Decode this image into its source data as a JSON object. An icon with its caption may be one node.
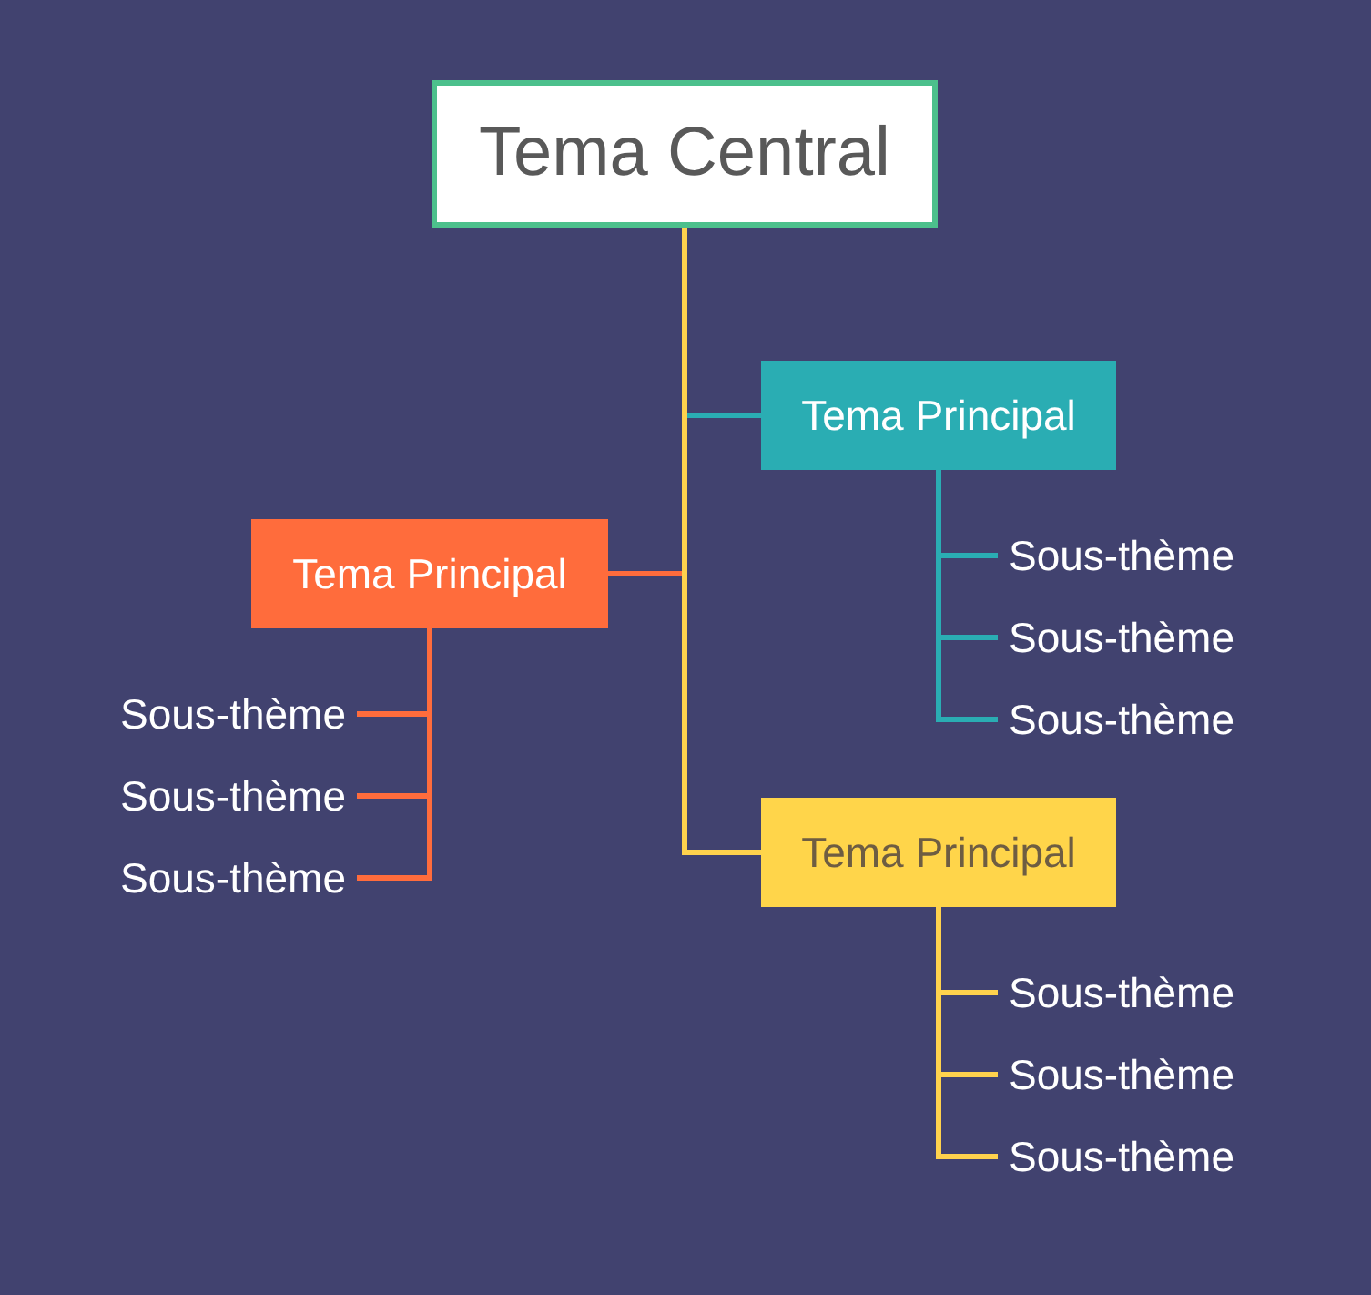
{
  "diagram": {
    "nodes": [
      {
        "text": [
          "Tema Central"
        ]
      },
      {
        "text": [
          "Tema Principal"
        ]
      },
      {
        "text": [
          "Sous-thème"
        ]
      },
      {
        "text": [
          "Sous-thème"
        ]
      },
      {
        "text": [
          "Sous-thème"
        ]
      },
      {
        "text": [
          "Tema Principal"
        ]
      },
      {
        "text": [
          "Sous-thème"
        ]
      },
      {
        "text": [
          "Sous-thème"
        ]
      },
      {
        "text": [
          "Sous-thème"
        ]
      },
      {
        "text": [
          "Tema Principal"
        ]
      },
      {
        "text": [
          "Sous-thème"
        ]
      },
      {
        "text": [
          "Sous-thème"
        ]
      },
      {
        "text": [
          "Sous-thème"
        ]
      }
    ],
    "edges": [
      {
        "from": 0,
        "to": 1,
        "arrow": "none",
        "color": "#2aadb3"
      },
      {
        "from": 0,
        "to": 5,
        "arrow": "none",
        "color": "#ff6c3c"
      },
      {
        "from": 0,
        "to": 9,
        "arrow": "none",
        "color": "#ffd24d"
      },
      {
        "from": 1,
        "to": 2,
        "arrow": "none",
        "color": "#2aadb3"
      },
      {
        "from": 1,
        "to": 3,
        "arrow": "none",
        "color": "#2aadb3"
      },
      {
        "from": 1,
        "to": 4,
        "arrow": "none",
        "color": "#2aadb3"
      },
      {
        "from": 5,
        "to": 6,
        "arrow": "none",
        "color": "#ff6c3c"
      },
      {
        "from": 5,
        "to": 7,
        "arrow": "none",
        "color": "#ff6c3c"
      },
      {
        "from": 5,
        "to": 8,
        "arrow": "none",
        "color": "#ff6c3c"
      },
      {
        "from": 9,
        "to": 10,
        "arrow": "none",
        "color": "#ffd24d"
      },
      {
        "from": 9,
        "to": 11,
        "arrow": "none",
        "color": "#ffd24d"
      },
      {
        "from": 9,
        "to": 12,
        "arrow": "none",
        "color": "#ffd24d"
      }
    ]
  }
}
